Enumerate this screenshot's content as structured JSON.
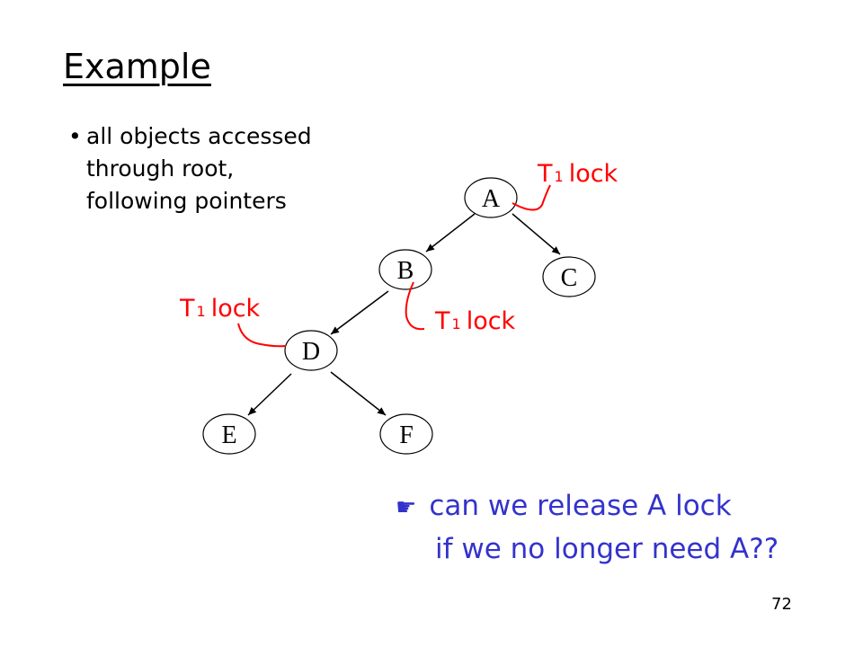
{
  "slide": {
    "title": "Example",
    "bullet_marker": "•",
    "bullet_lines": [
      "all objects accessed",
      "through root,",
      "following pointers"
    ],
    "page_number": "72"
  },
  "tree": {
    "nodes": {
      "A": "A",
      "B": "B",
      "C": "C",
      "D": "D",
      "E": "E",
      "F": "F"
    }
  },
  "locks": [
    {
      "label_prefix": "T",
      "label_sub": "1",
      "label_suffix": "lock"
    },
    {
      "label_prefix": "T",
      "label_sub": "1",
      "label_suffix": "lock"
    },
    {
      "label_prefix": "T",
      "label_sub": "1",
      "label_suffix": "lock"
    }
  ],
  "question": {
    "icon": "pointing-hand-icon",
    "line1": "can we release A lock",
    "line2": "if we no longer need A??"
  },
  "colors": {
    "lock": "#ff0000",
    "question": "#3333cc"
  }
}
